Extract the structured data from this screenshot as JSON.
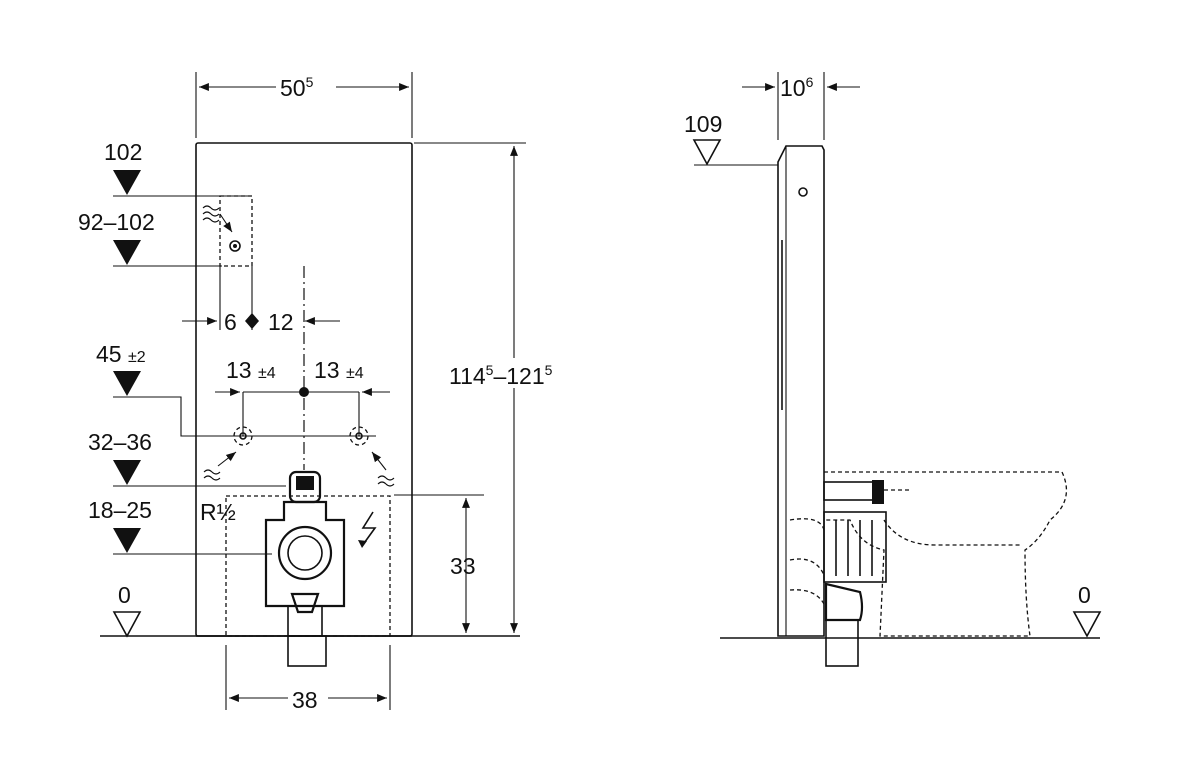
{
  "front_view": {
    "width_label": {
      "main": "50",
      "sup": "5"
    },
    "level_102": "102",
    "level_92_102": "92–102",
    "offset_6": "6",
    "offset_12": "12",
    "level_45": {
      "main": "45 ",
      "tol": "±2"
    },
    "spacing_left": {
      "main": "13 ",
      "tol": "±4"
    },
    "spacing_right": {
      "main": "13 ",
      "tol": "±4"
    },
    "level_32_36": "32–36",
    "level_18_25": "18–25",
    "thread_label": "R½",
    "height_label": {
      "a_main": "114",
      "a_sup": "5",
      "dash": "–",
      "b_main": "121",
      "b_sup": "5"
    },
    "height_33": "33",
    "floor_level": "0",
    "width_38": "38"
  },
  "side_view": {
    "depth_label": {
      "main": "10",
      "sup": "6"
    },
    "level_109": "109",
    "floor_level": "0"
  }
}
